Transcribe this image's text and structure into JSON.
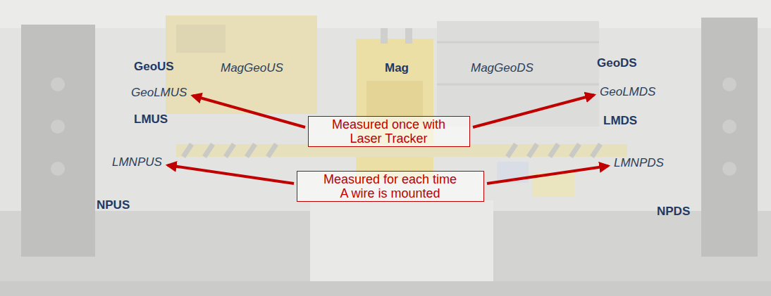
{
  "diagram": {
    "nodes": [
      {
        "text": [
          "Measured once with Laser Tracker"
        ]
      },
      {
        "text": [
          "Measured for each time A wire is mounted"
        ]
      }
    ],
    "labels": [
      "GeoUS",
      "MagGeoUS",
      "Mag",
      "MagGeoDS",
      "GeoDS",
      "GeoLMUS",
      "GeoLMDS",
      "LMUS",
      "LMDS",
      "LMNPUS",
      "LMNPDS",
      "NPUS",
      "NPDS"
    ]
  }
}
